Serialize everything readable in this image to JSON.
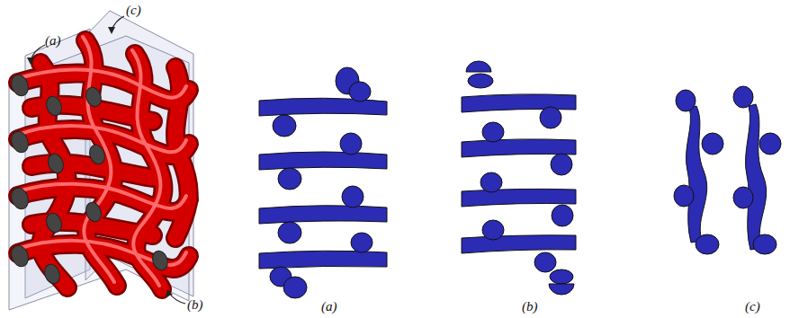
{
  "diagram": {
    "labels": [
      "(c)",
      "(a)",
      "(b)",
      "(a)",
      "(b)",
      "(c)"
    ]
  }
}
